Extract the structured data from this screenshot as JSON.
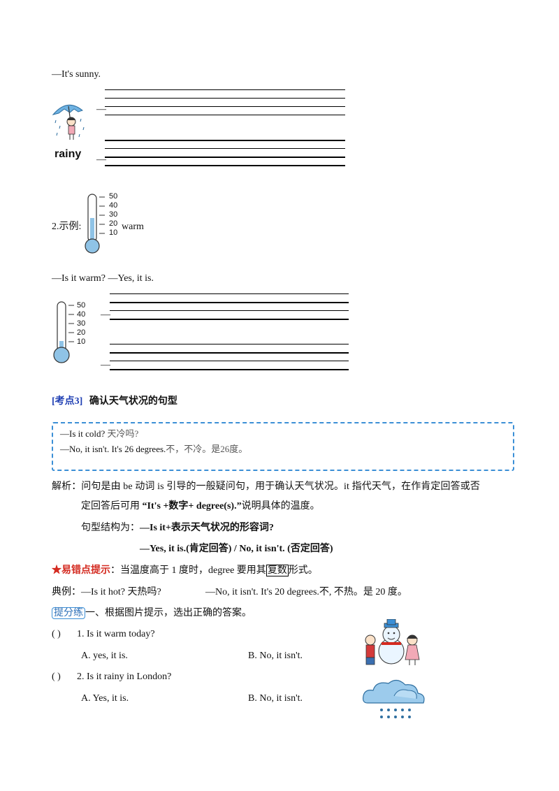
{
  "top": {
    "answer_sunny": "—It's  sunny.",
    "rainy_label": "rainy",
    "dash": "—"
  },
  "example2": {
    "prefix": "2.示例:",
    "word": "warm",
    "scale": [
      "50",
      "40",
      "30",
      "20",
      "10"
    ],
    "question": "—Is  it  warm?    —Yes,  it  is."
  },
  "thermo2": {
    "scale": [
      "50",
      "40",
      "30",
      "20",
      "10"
    ]
  },
  "kaodian": {
    "tag": "[考点3]",
    "title": "确认天气状况的句型",
    "box_line1_en": "—Is  it  cold?",
    "box_line1_cn": "天冷吗?",
    "box_line2_en": "—No,  it  isn't.  It's  26  degrees.",
    "box_line2_cn": "不，不冷。是26度。"
  },
  "analysis": {
    "line1": "解析：问句是由  be 动词  is 引导的一般疑问句，用于确认天气状况。it 指代天气，在作肯定回答或否",
    "line2_pre": "定回答后可用 ",
    "line2_bold": "“It's  +数字+  degree(s).”",
    "line2_post": "说明具体的温度。",
    "line3_pre": "句型结构为：",
    "line3_bold": "—Is  it+表示天气状况的形容词?",
    "line4": "—Yes,  it  is.(肯定回答)  /  No,  it  isn't.  (否定回答)"
  },
  "tip": {
    "label": "★易错点提示",
    "colon": "：",
    "text_pre": "当温度高于 1 度时，degree 要用其",
    "boxed": "复数",
    "text_post": "形式。"
  },
  "example_line": {
    "label": "典例：",
    "q": "—Is  it  hot?  天热吗?",
    "a": "—No,  it  isn't.  It's  20  degrees.不, 不热。是 20 度。"
  },
  "practice": {
    "tag": "提分练",
    "instruction": "一、根据图片提示，选出正确的答案。",
    "items": [
      {
        "paren": "(        )",
        "question": "1.  Is  it  warm  today?",
        "a": "A.  yes,  it  is.",
        "b": "B.  No,  it  isn't."
      },
      {
        "paren": "(        )",
        "question": "2.  Is  it  rainy  in  London?",
        "a": "A.  Yes,  it  is.",
        "b": "B.  No,  it  isn't."
      }
    ]
  }
}
